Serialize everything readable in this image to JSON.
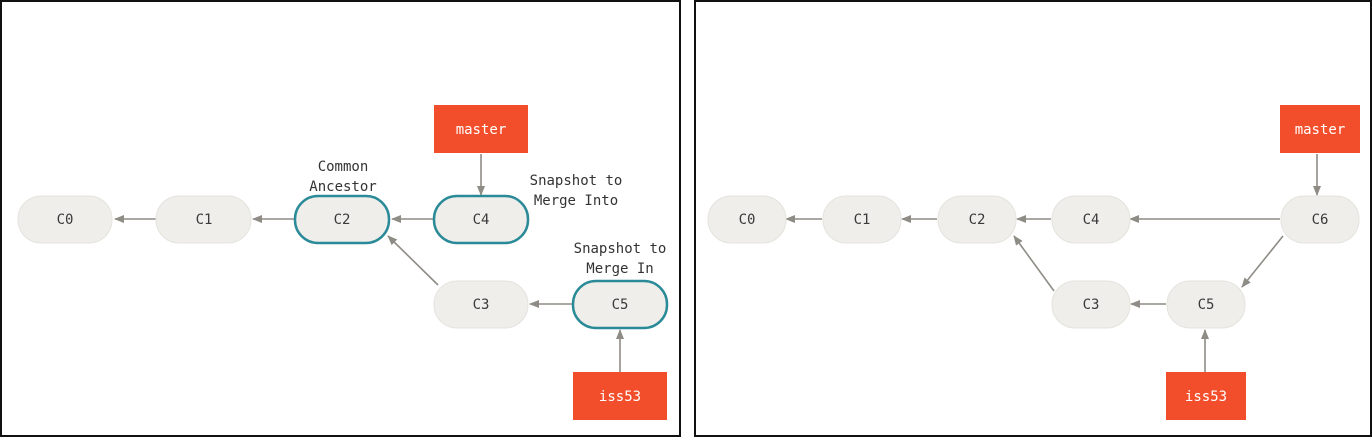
{
  "left": {
    "commits": {
      "c0": "C0",
      "c1": "C1",
      "c2": "C2",
      "c3": "C3",
      "c4": "C4",
      "c5": "C5"
    },
    "branches": {
      "master": "master",
      "iss53": "iss53"
    },
    "annotations": {
      "common_ancestor": [
        "Common",
        "Ancestor"
      ],
      "snapshot_into": [
        "Snapshot to",
        "Merge Into"
      ],
      "snapshot_in": [
        "Snapshot to",
        "Merge In"
      ]
    }
  },
  "right": {
    "commits": {
      "c0": "C0",
      "c1": "C1",
      "c2": "C2",
      "c3": "C3",
      "c4": "C4",
      "c5": "C5",
      "c6": "C6"
    },
    "branches": {
      "master": "master",
      "iss53": "iss53"
    }
  },
  "colors": {
    "branch": "#f34e2b",
    "commit_fill": "#efeeea",
    "highlight": "#2a8a98",
    "arrow": "#8f8c86"
  }
}
